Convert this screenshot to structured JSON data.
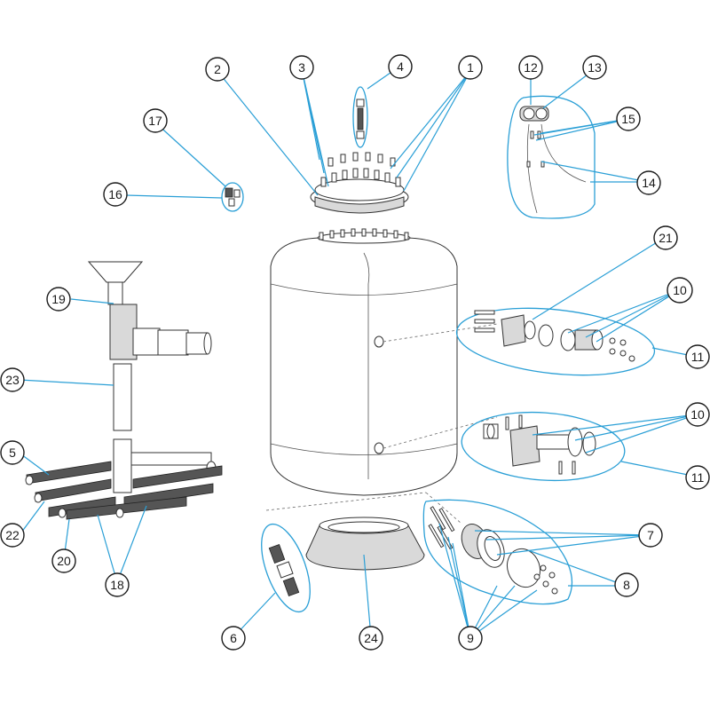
{
  "colors": {
    "leader": "#2a9fd6",
    "outline": "#333333",
    "tank_fill": "#ffffff",
    "callout_stroke": "#1a1a1a"
  },
  "callouts": {
    "c1": "1",
    "c2": "2",
    "c3": "3",
    "c4": "4",
    "c5": "5",
    "c6": "6",
    "c7": "7",
    "c8": "8",
    "c9": "9",
    "c10a": "10",
    "c10b": "10",
    "c11a": "11",
    "c11b": "11",
    "c12": "12",
    "c13": "13",
    "c14": "14",
    "c15": "15",
    "c16": "16",
    "c17": "17",
    "c18": "18",
    "c19": "19",
    "c20": "20",
    "c21": "21",
    "c22": "22",
    "c23": "23",
    "c24": "24"
  }
}
